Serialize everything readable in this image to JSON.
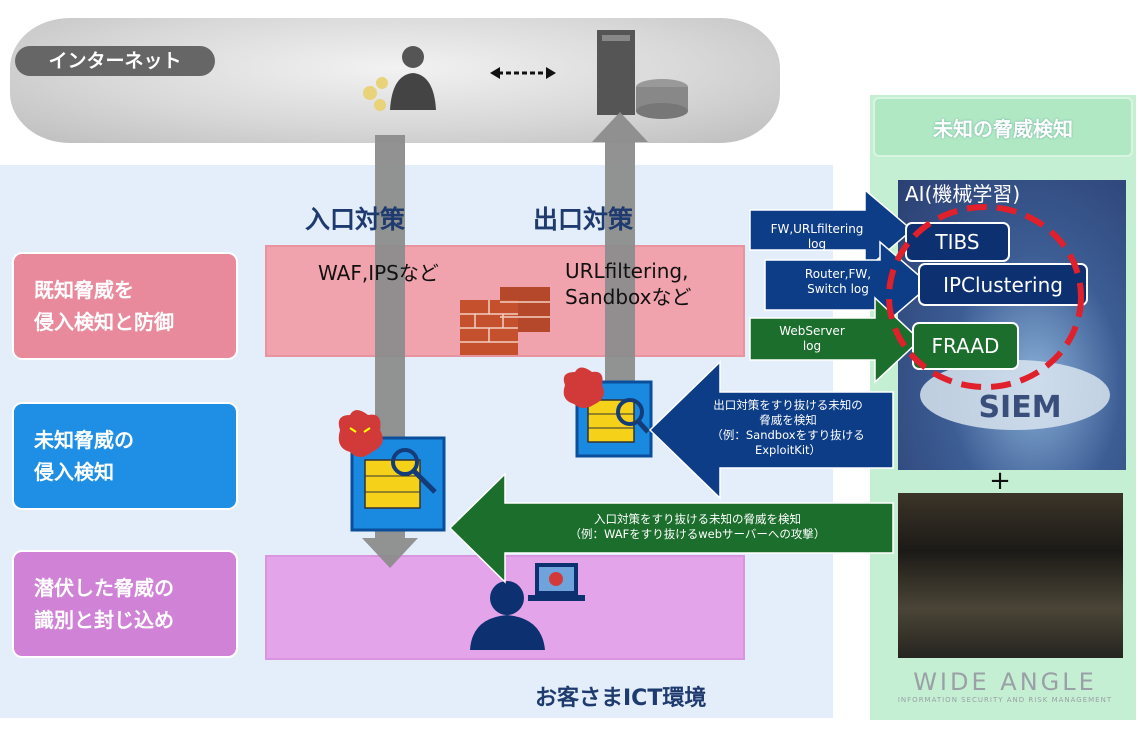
{
  "internet": {
    "label": "インターネット"
  },
  "columns": {
    "entrance": "入口対策",
    "exit": "出口対策"
  },
  "layers": [
    {
      "label": "既知脅威を\n侵入検知と防御",
      "color": "#e98a9c"
    },
    {
      "label": "未知脅威の\n侵入検知",
      "color": "#1e8fe4"
    },
    {
      "label": "潜伏した脅威の\n識別と封じ込め",
      "color": "#cf82d6"
    }
  ],
  "known_band": {
    "entrance_text": "WAF,IPSなど",
    "exit_text": "URLfiltering,\nSandboxなど"
  },
  "environment_label": "お客さまICT環境",
  "unknown_detection": {
    "title": "未知の脅威検知",
    "ai_label": "AI(機械学習)",
    "siem_label": "SIEM",
    "plus": "+",
    "inputs": [
      {
        "label": "FW,URLfiltering\nlog",
        "target": "TIBS",
        "color": "#0d3d86"
      },
      {
        "label": "Router,FW,\nSwitch log",
        "target": "IPClustering",
        "color": "#0d3d86"
      },
      {
        "label": "WebServer\nlog",
        "target": "FRAAD",
        "color": "#1b6e2c"
      }
    ],
    "exit_feedback": "出口対策をすり抜ける未知の\n脅威を検知\n（例：Sandboxをすり抜ける\nExploitKit）",
    "entrance_feedback": "入口対策をすり抜ける未知の脅威を検知\n（例：WAFをすり抜けるwebサーバーへの攻撃）"
  },
  "logo": {
    "name": "WIDE ANGLE",
    "tagline": "INFORMATION SECURITY AND RISK MANAGEMENT"
  },
  "colors": {
    "navy": "#1e3a6e",
    "alert_red": "#e0202a",
    "panel_green": "#c4efd3",
    "env_blue": "#e3eefa"
  }
}
